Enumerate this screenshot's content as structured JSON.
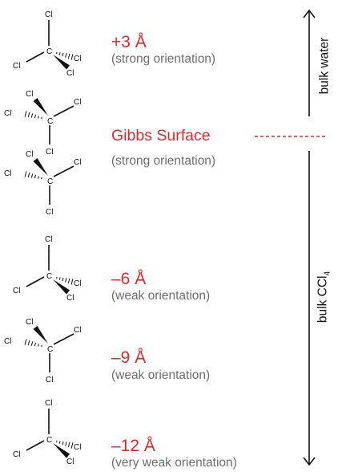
{
  "atom_labels": {
    "chlorine": "Cl",
    "carbon": "C"
  },
  "levels": [
    {
      "depth": "+3 Å",
      "note": "(strong orientation)"
    },
    {
      "depth": "",
      "note": "(strong orientation)"
    },
    {
      "depth": "–6 Å",
      "note": "(weak orientation)"
    },
    {
      "depth": "–9 Å",
      "note": "(weak orientation)"
    },
    {
      "depth": "–12 Å",
      "note": "(very weak orientation)"
    }
  ],
  "gibbs_surface": {
    "label": "Gibbs Surface",
    "color": "#e8272b"
  },
  "regions": {
    "upper": {
      "label": "bulk water"
    },
    "lower": {
      "label_main": "bulk CCl",
      "label_sub": "4"
    }
  },
  "colors": {
    "accent": "#e8272b",
    "note": "#6d6d6d",
    "line": "#111111"
  }
}
